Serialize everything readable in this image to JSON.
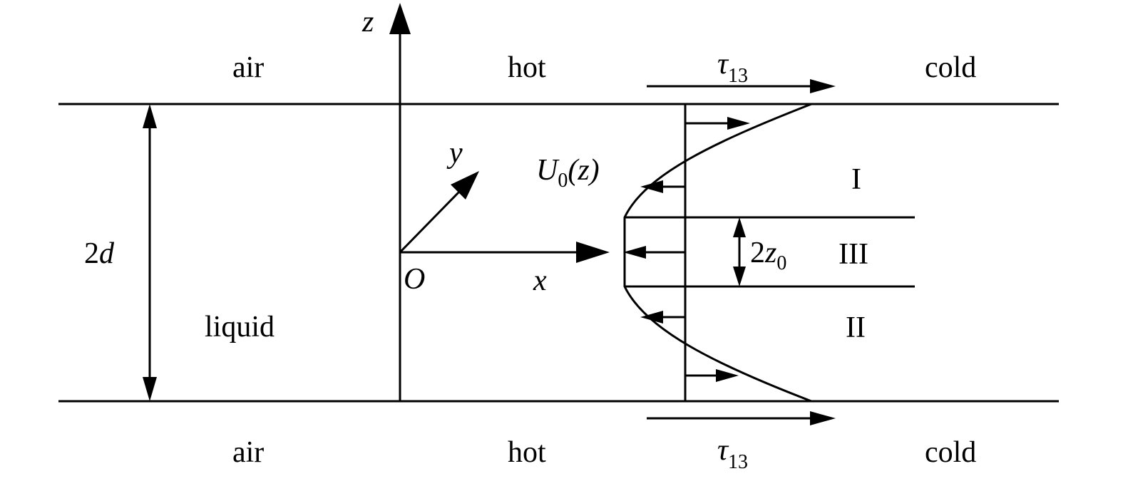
{
  "labels": {
    "air_top": "air",
    "hot_top": "hot",
    "tau_top": "τ",
    "tau_top_sub": "13",
    "cold_top": "cold",
    "air_bottom": "air",
    "hot_bottom": "hot",
    "tau_bottom": "τ",
    "tau_bottom_sub": "13",
    "cold_bottom": "cold",
    "liquid": "liquid",
    "thickness_coef": "2",
    "thickness_var": "d",
    "axis_z": "z",
    "axis_y": "y",
    "axis_x": "x",
    "origin": "O",
    "profile_U": "U",
    "profile_sub": "0",
    "profile_arg": "(z)",
    "region_I": "I",
    "region_III": "III",
    "region_II": "II",
    "band_coef": "2",
    "band_var": "z",
    "band_sub": "0"
  },
  "colors": {
    "ink": "#000000",
    "background": "#ffffff"
  }
}
